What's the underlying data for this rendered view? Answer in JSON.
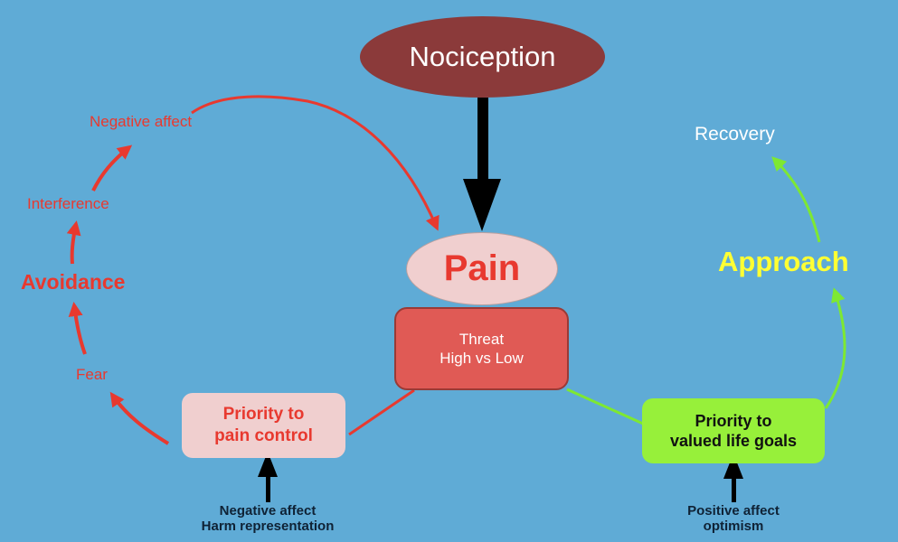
{
  "colors": {
    "background": "#5fabd6",
    "nociception_fill": "#8b3a3a",
    "pain_fill": "#f0cfcf",
    "threat_fill": "#e05a55",
    "threat_border": "#9a3a36",
    "negative_path": "#e8392f",
    "positive_path": "#7ee832",
    "pain_control_fill": "#f0cfcf",
    "life_goals_fill": "#97f03a",
    "approach_text": "#ffff33",
    "recovery_text": "#ffffff",
    "black_arrow": "#000000",
    "footnote_text": "#0f2235"
  },
  "nodes": {
    "nociception": "Nociception",
    "pain": "Pain",
    "threat": {
      "line1": "Threat",
      "line2": "High vs Low"
    },
    "pain_control": {
      "line1": "Priority to",
      "line2": "pain control"
    },
    "life_goals": {
      "line1": "Priority to",
      "line2": "valued life goals"
    }
  },
  "negative_cycle": {
    "fear": "Fear",
    "avoidance": "Avoidance",
    "interference": "Interference",
    "negative_affect": "Negative affect"
  },
  "positive_cycle": {
    "approach": "Approach",
    "recovery": "Recovery"
  },
  "inputs": {
    "left": {
      "line1": "Negative affect",
      "line2": "Harm representation"
    },
    "right": {
      "line1": "Positive affect",
      "line2": "optimism"
    }
  }
}
